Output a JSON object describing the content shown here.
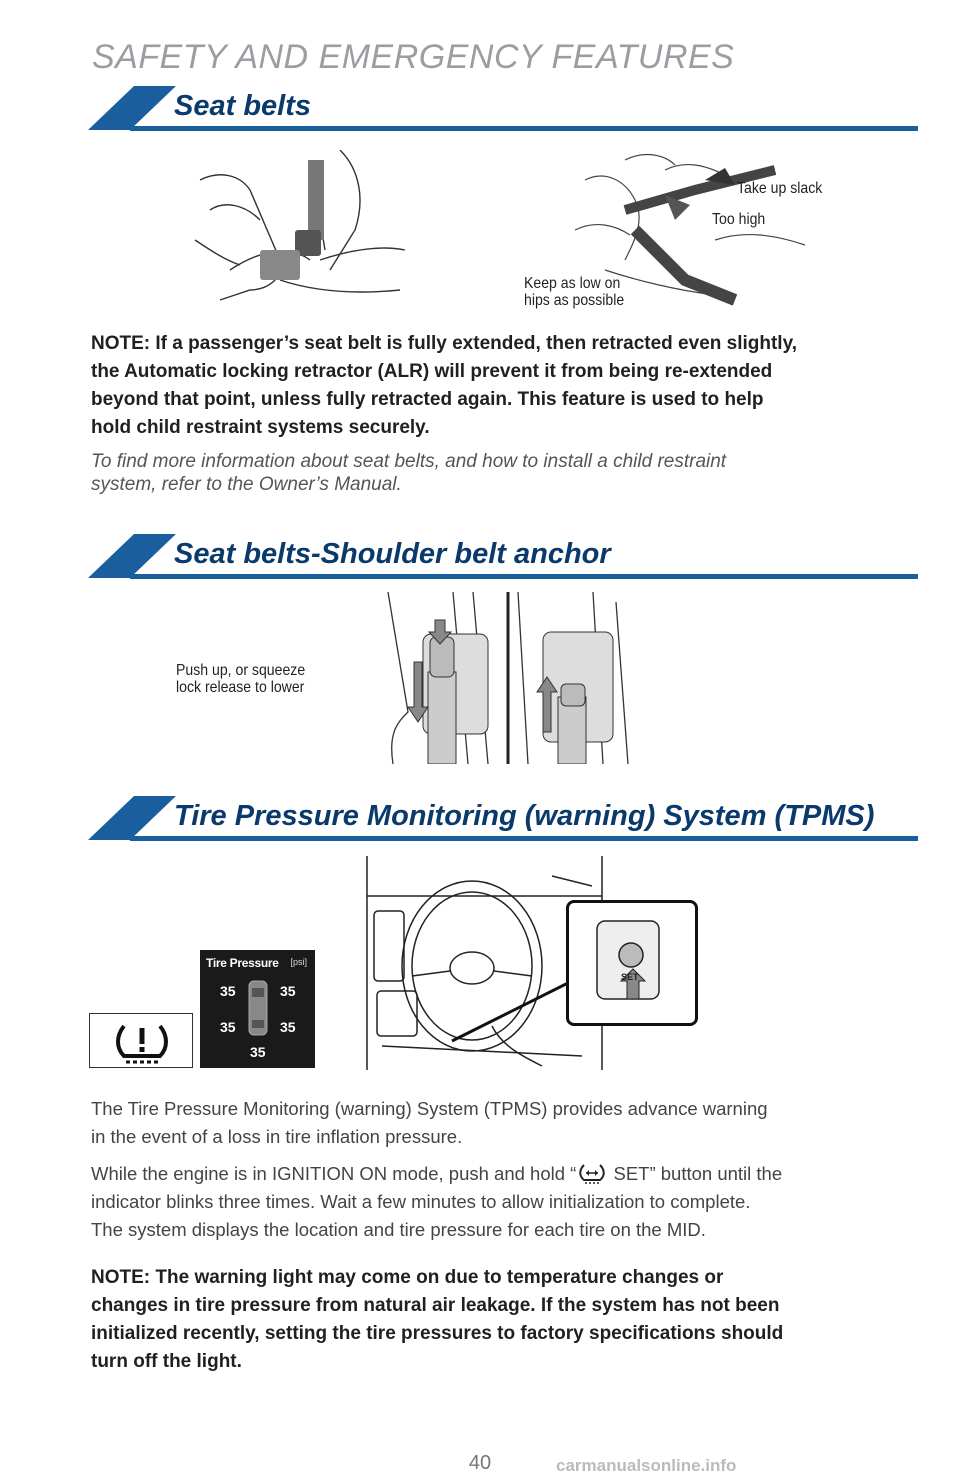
{
  "header": {
    "title": "SAFETY AND EMERGENCY FEATURES"
  },
  "sections": [
    {
      "title": "Seat belts"
    },
    {
      "title": "Seat belts-Shoulder belt anchor"
    },
    {
      "title": "Tire Pressure Monitoring (warning) System (TPMS)"
    }
  ],
  "seat_belts": {
    "labels": {
      "take_up_slack": "Take up slack",
      "too_high": "Too high",
      "keep_low_1": "Keep as low on",
      "keep_low_2": "hips as possible"
    },
    "note_lines": [
      "NOTE: If a passenger’s seat belt is fully extended, then retracted even slightly,",
      "the Automatic locking retractor (ALR) will prevent it from being re-extended",
      "beyond that point, unless fully retracted again. This feature is used to help",
      "hold child restraint systems securely."
    ],
    "info_lines": [
      "To find more information about seat belts, and how to install a child restraint",
      "system, refer to the Owner’s Manual."
    ]
  },
  "anchor": {
    "label_1": "Push up, or squeeze",
    "label_2": "lock release to lower"
  },
  "tpms": {
    "panel_title": "Tire Pressure",
    "panel_unit": "[psi]",
    "pressures": {
      "front_left": "35",
      "front_right": "35",
      "rear_left": "35",
      "rear_right": "35",
      "spare": "35"
    },
    "set_label": "SET",
    "para1_lines": [
      "The Tire Pressure Monitoring (warning) System (TPMS) provides advance warning",
      "in the event of a loss in tire inflation pressure."
    ],
    "para2_line1_a": "While the engine is in IGNITION ON mode, push and hold “",
    "para2_line1_b": " SET” button until the",
    "para2_lines": [
      "indicator blinks three times. Wait a few minutes to allow initialization to complete.",
      "The system displays the location and tire pressure for each tire on the MID."
    ],
    "note_lines": [
      "NOTE: The warning light may come on due to temperature changes or",
      "changes in tire pressure from natural air leakage. If the system has not been",
      "initialized recently, setting the tire pressures to factory specifications should",
      "turn off the light."
    ]
  },
  "footer": {
    "page_number": "40",
    "watermark": "carmanualsonline.info"
  },
  "colors": {
    "navy": "#0a3a6b",
    "blue": "#1b5e9e",
    "header_gray": "#9a9da1"
  }
}
